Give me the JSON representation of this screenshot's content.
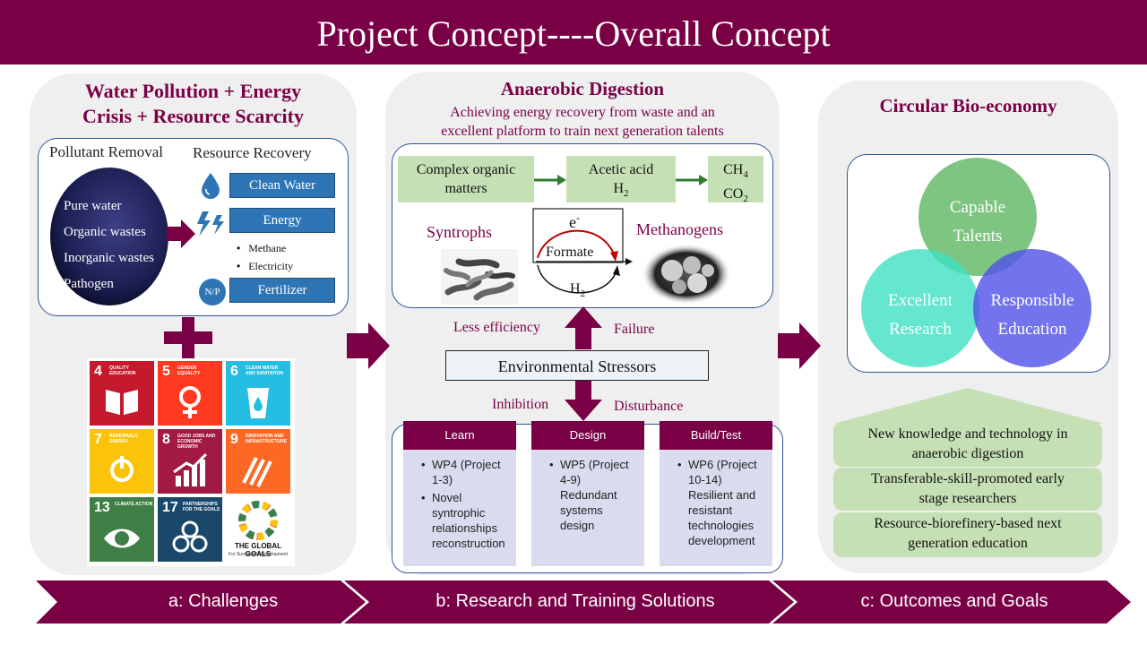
{
  "title": "Project Concept----Overall Concept",
  "left": {
    "heading_line1": "Water Pollution + Energy",
    "heading_line2": "Crisis + Resource Scarcity",
    "pollutant_removal": "Pollutant Removal",
    "resource_recovery": "Resource Recovery",
    "pollutants": [
      "Pure water",
      "Organic wastes",
      "Inorganic wastes",
      "Pathogen"
    ],
    "resources": {
      "clean_water": "Clean Water",
      "energy": "Energy",
      "fertilizer": "Fertilizer"
    },
    "energy_items": [
      "Methane",
      "Electricity"
    ],
    "np_badge": "N/P"
  },
  "sdg": {
    "tiles": [
      {
        "num": "4",
        "text": "QUALITY EDUCATION",
        "color": "#c5192d"
      },
      {
        "num": "5",
        "text": "GENDER EQUALITY",
        "color": "#ff3a21"
      },
      {
        "num": "6",
        "text": "CLEAN WATER AND SANITATION",
        "color": "#26bde2"
      },
      {
        "num": "7",
        "text": "RENEWABLE ENERGY",
        "color": "#fcc30b"
      },
      {
        "num": "8",
        "text": "GOOD JOBS AND ECONOMIC GROWTH",
        "color": "#a21942"
      },
      {
        "num": "9",
        "text": "INNOVATION AND INFRASTRUCTURE",
        "color": "#fd6925"
      },
      {
        "num": "13",
        "text": "CLIMATE ACTION",
        "color": "#3f7e44"
      },
      {
        "num": "17",
        "text": "PARTNERSHIPS FOR THE GOALS",
        "color": "#19486a"
      }
    ],
    "global_goals": "THE GLOBAL GOALS",
    "global_goals_sub": "For Sustainable Development"
  },
  "middle": {
    "heading": "Anaerobic Digestion",
    "sub_line1": "Achieving energy recovery from waste and an",
    "sub_line2": "excellent platform to train next generation talents",
    "complex_line1": "Complex organic",
    "complex_line2": "matters",
    "acetic": "Acetic acid",
    "h2_base": "H",
    "h2_sub": "2",
    "ch4_base": "CH",
    "ch4_sub": "4",
    "co2_base": "CO",
    "co2_sub": "2",
    "syntrophs": "Syntrophs",
    "methanogens": "Methanogens",
    "electron": "e",
    "electron_sup": "-",
    "formate": "Formate",
    "less_efficiency": "Less efficiency",
    "failure": "Failure",
    "stressors": "Environmental Stressors",
    "inhibition": "Inhibition",
    "disturbance": "Disturbance",
    "wps": [
      {
        "head": "Learn",
        "items": [
          "WP4 (Project 1-3)",
          "Novel syntrophic relationships reconstruction"
        ]
      },
      {
        "head": "Design",
        "items": [
          "WP5 (Project 4-9) Redundant systems design"
        ]
      },
      {
        "head": "Build/Test",
        "items": [
          "WP6 (Project 10-14) Resilient and resistant technologies development"
        ]
      }
    ]
  },
  "right": {
    "heading": "Circular Bio-economy",
    "capable_line1": "Capable",
    "capable_line2": "Talents",
    "excellent_line1": "Excellent",
    "excellent_line2": "Research",
    "responsible_line1": "Responsible",
    "responsible_line2": "Education",
    "outcomes": [
      [
        "New knowledge and technology in",
        "anaerobic digestion"
      ],
      [
        "Transferable-skill-promoted early",
        "stage researchers"
      ],
      [
        "Resource-biorefinery-based next",
        "generation education"
      ]
    ]
  },
  "footer": {
    "a": "a: Challenges",
    "b": "b: Research and Training Solutions",
    "c": "c: Outcomes and Goals"
  },
  "colors": {
    "maroon": "#7a0046",
    "blue": "#2e75b6",
    "green": "#c5e0b4"
  }
}
